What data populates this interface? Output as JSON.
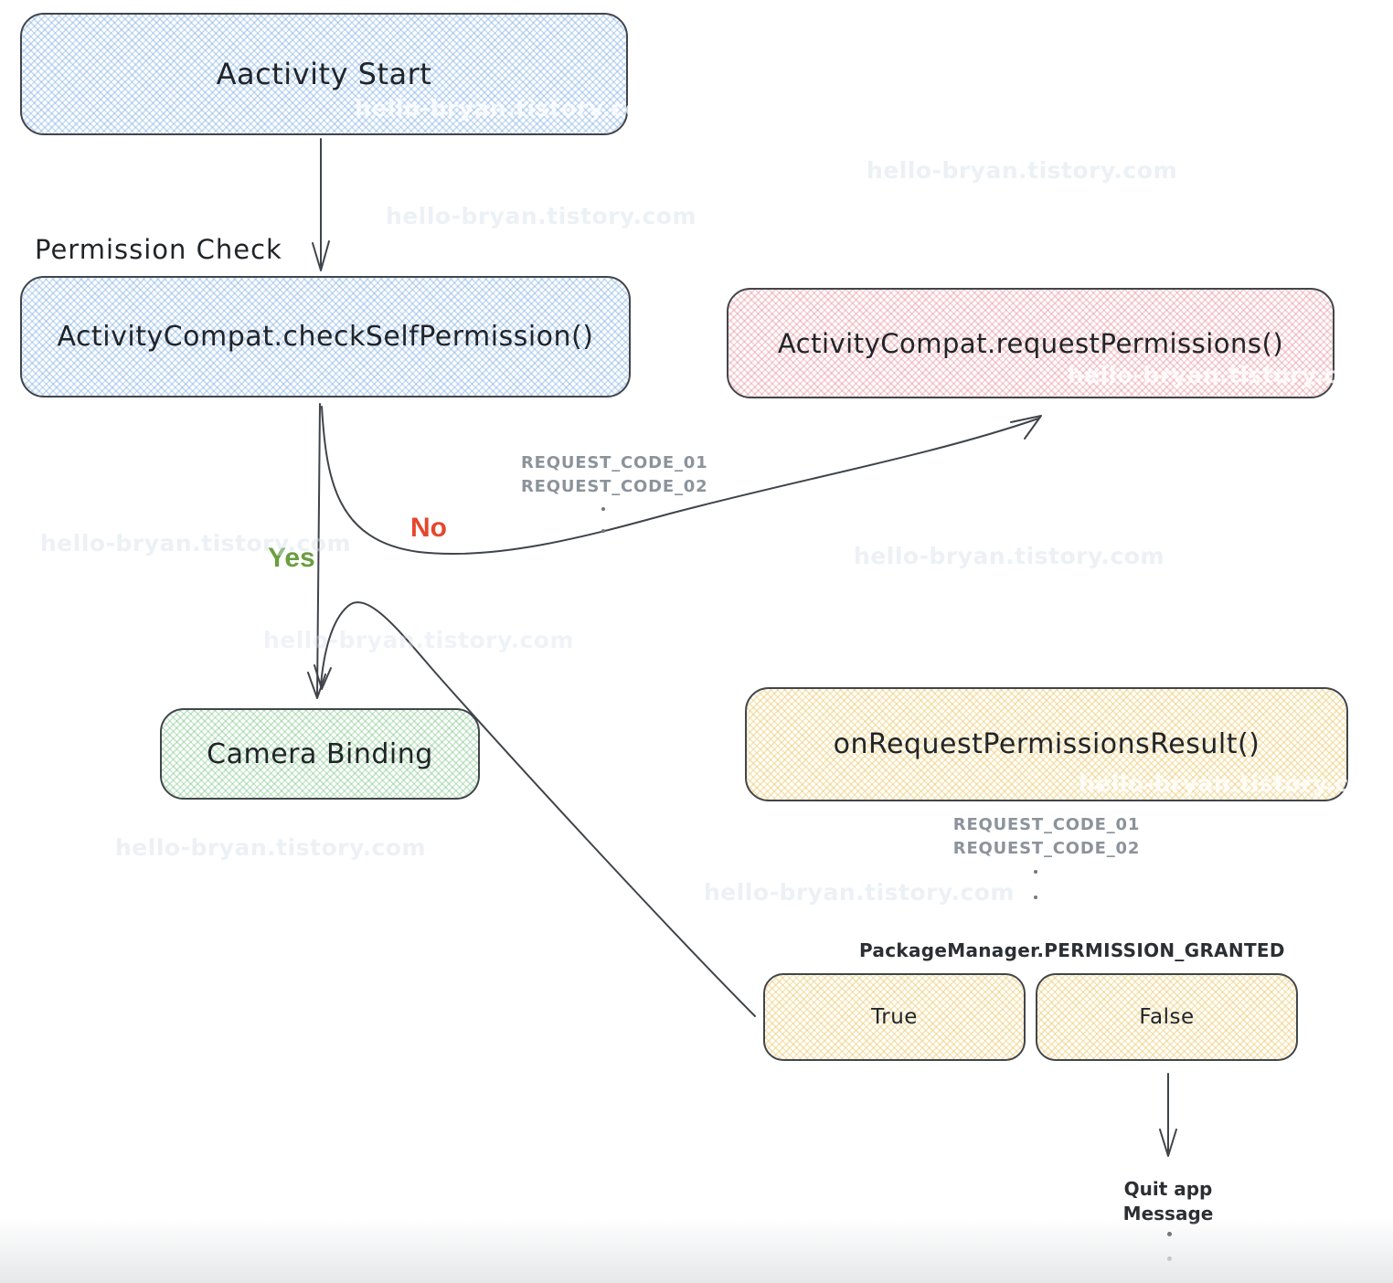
{
  "watermark": "hello-bryan.tistory.com",
  "nodes": {
    "activity_start": "Aactivity Start",
    "check_self_permission": "ActivityCompat.checkSelfPermission()",
    "request_permissions": "ActivityCompat.requestPermissions()",
    "camera_binding": "Camera Binding",
    "on_request_permissions_result": "onRequestPermissionsResult()",
    "true_branch": "True",
    "false_branch": "False"
  },
  "labels": {
    "permission_check": "Permission Check",
    "yes": "Yes",
    "no": "No",
    "request_code_1": "REQUEST_CODE_01",
    "request_code_2": "REQUEST_CODE_02",
    "permission_granted": "PackageManager.PERMISSION_GRANTED",
    "quit_app": "Quit app",
    "message": "Message"
  },
  "colors": {
    "yes_label": "#6a9e3f",
    "no_label": "#e5472e",
    "box_border": "#41464b",
    "blue_fill": "#cfe3f6",
    "pink_fill": "#f6d4d8",
    "green_fill": "#d5ecd8",
    "yellow_fill": "#f8edc9",
    "code_note_text": "#8b939b",
    "ink": "#212529"
  }
}
